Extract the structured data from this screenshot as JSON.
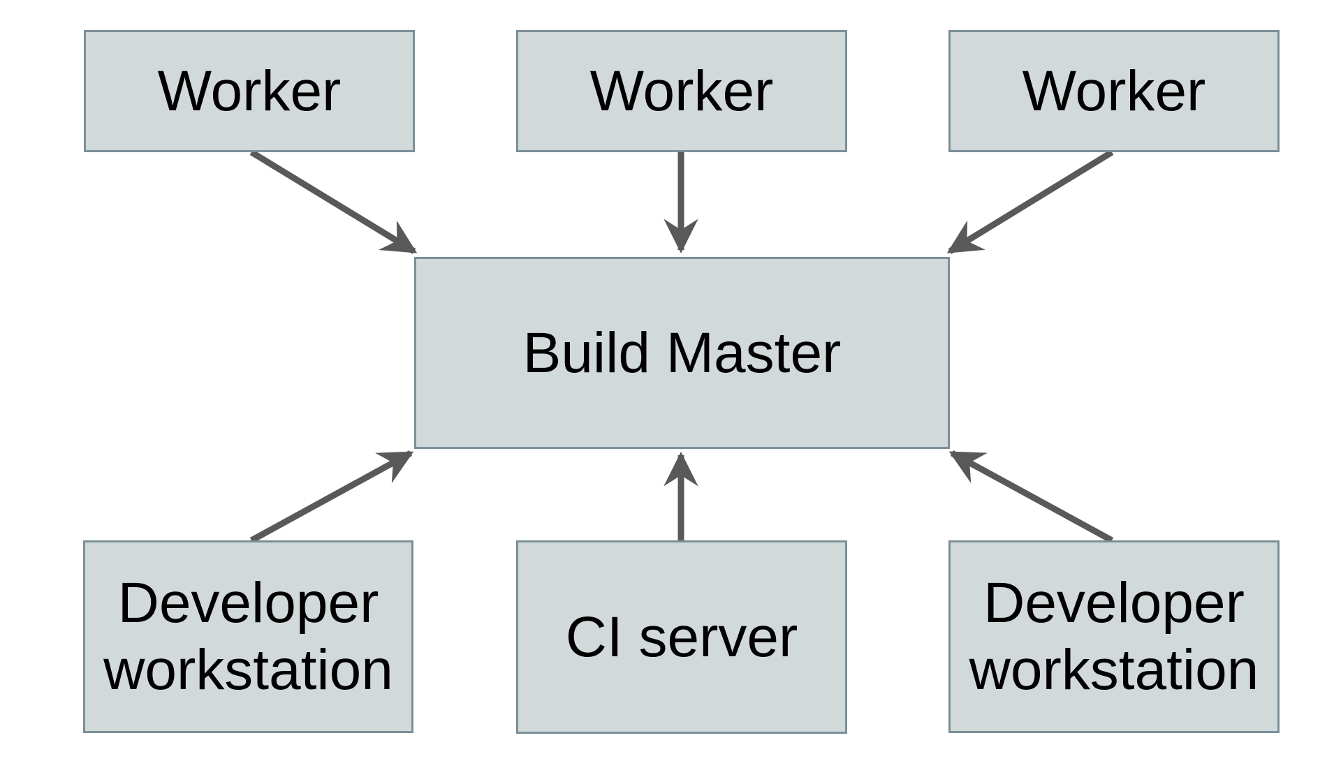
{
  "diagram": {
    "type": "architecture-diagram",
    "nodes": {
      "worker_1": {
        "label": "Worker"
      },
      "worker_2": {
        "label": "Worker"
      },
      "worker_3": {
        "label": "Worker"
      },
      "build_master": {
        "label": "Build Master"
      },
      "dev_ws_left": {
        "label": "Developer workstation"
      },
      "ci_server": {
        "label": "CI server"
      },
      "dev_ws_right": {
        "label": "Developer workstation"
      }
    },
    "edges": [
      {
        "from": "worker_1",
        "to": "build_master"
      },
      {
        "from": "worker_2",
        "to": "build_master"
      },
      {
        "from": "worker_3",
        "to": "build_master"
      },
      {
        "from": "dev_ws_left",
        "to": "build_master"
      },
      {
        "from": "ci_server",
        "to": "build_master"
      },
      {
        "from": "dev_ws_right",
        "to": "build_master"
      }
    ],
    "colors": {
      "node_fill": "#d2d9db",
      "node_border": "#7b8f98",
      "arrow": "#595959",
      "text": "#000000",
      "background": "#ffffff"
    }
  }
}
